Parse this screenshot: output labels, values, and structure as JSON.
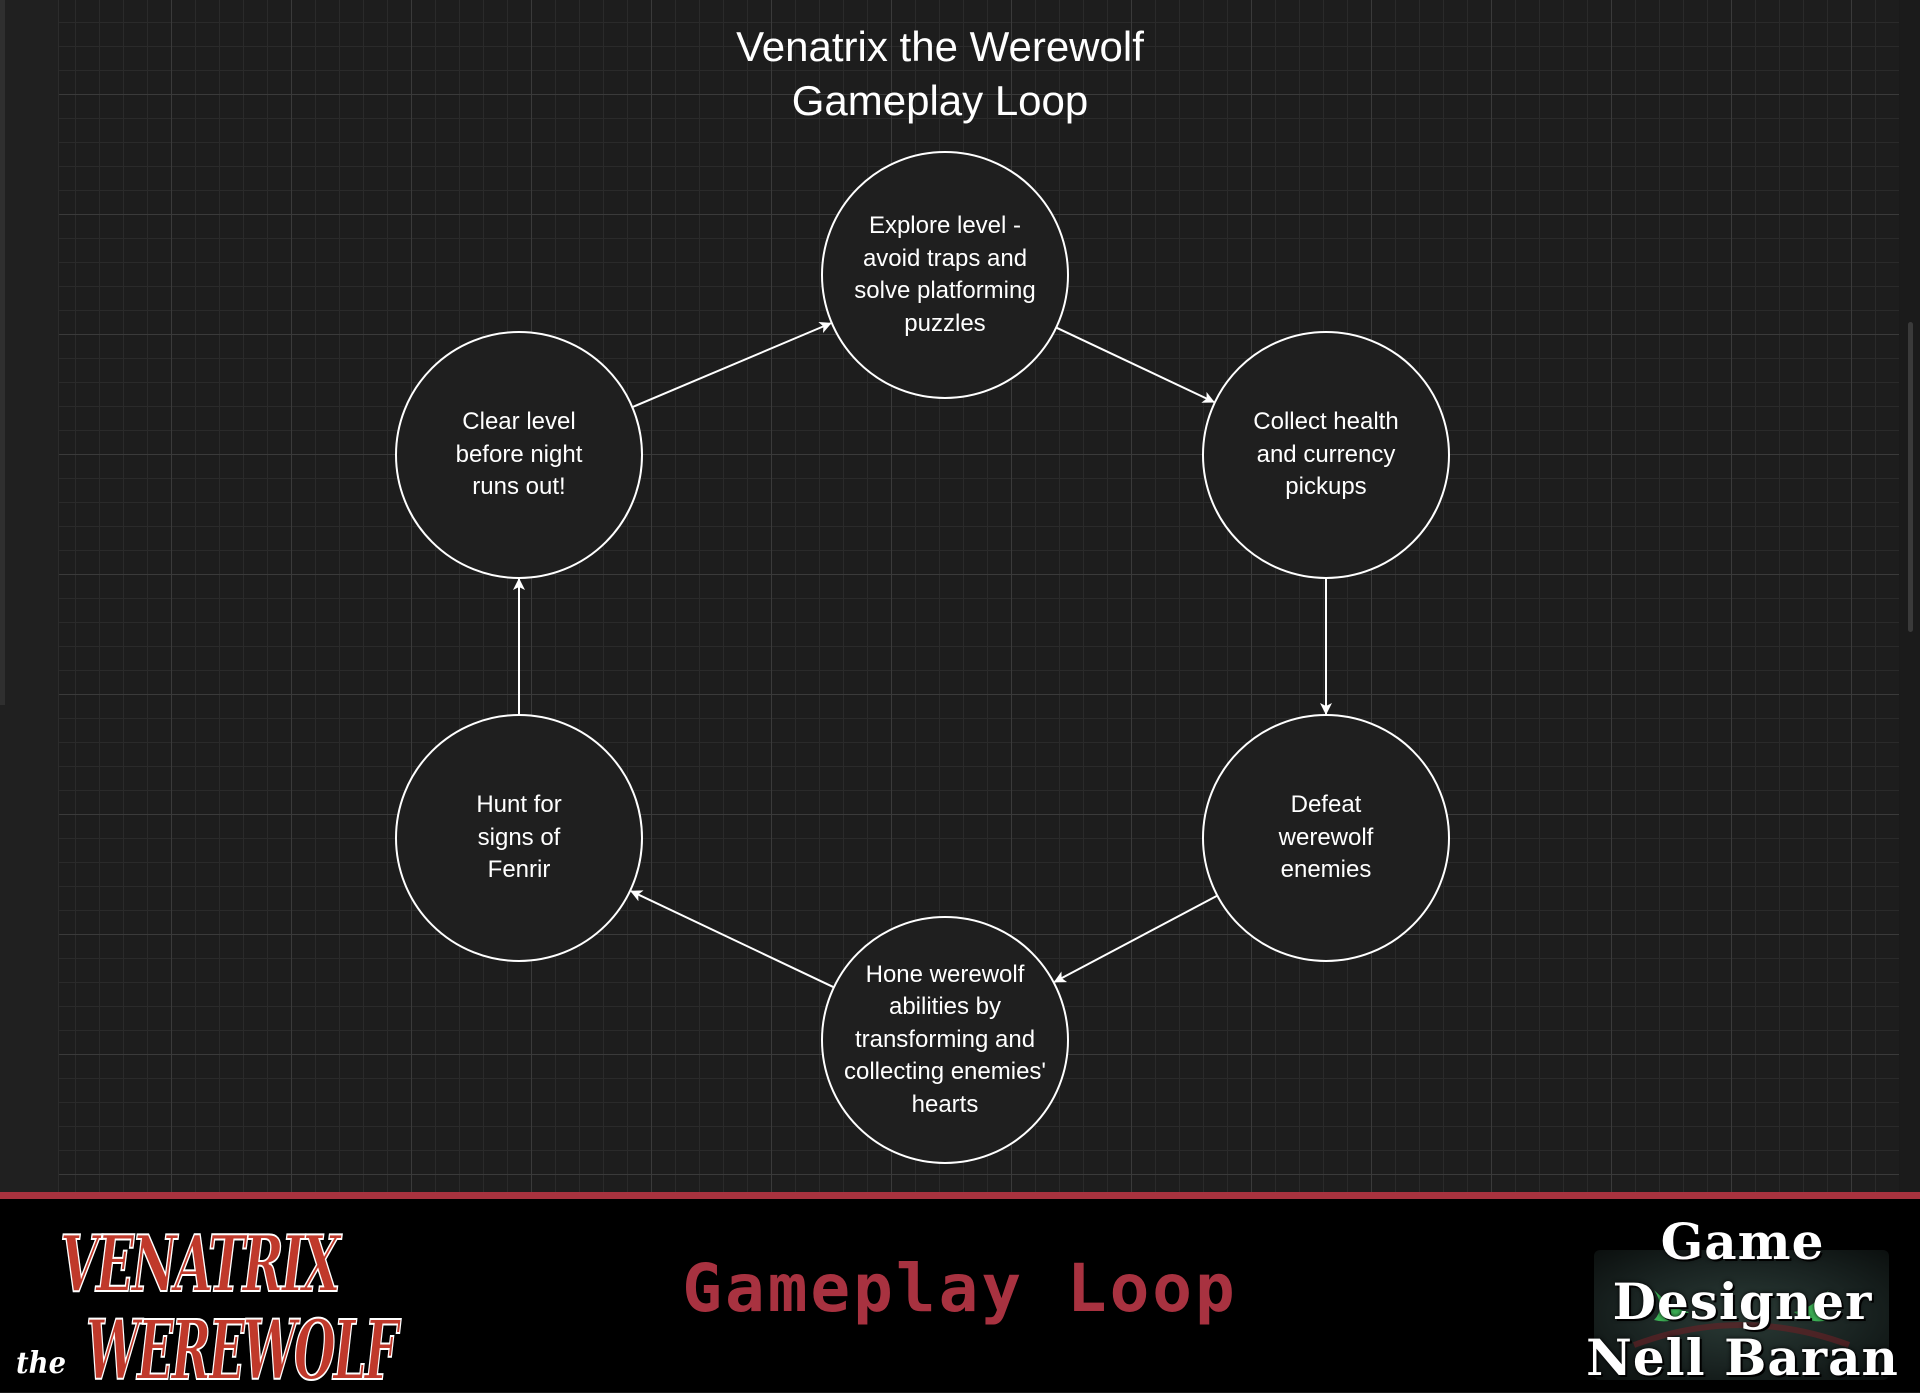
{
  "diagram": {
    "title_line1": "Venatrix the Werewolf",
    "title_line2": "Gameplay Loop",
    "nodes": [
      {
        "id": "explore",
        "label": "Explore level -\navoid traps and\nsolve platforming\npuzzles"
      },
      {
        "id": "collect",
        "label": "Collect health\nand currency\npickups"
      },
      {
        "id": "defeat",
        "label": "Defeat\nwerewolf\nenemies"
      },
      {
        "id": "hone",
        "label": "Hone werewolf\nabilities by\ntransforming and\ncollecting enemies'\nhearts"
      },
      {
        "id": "hunt",
        "label": "Hunt for\nsigns of\nFenrir"
      },
      {
        "id": "clear",
        "label": "Clear level\nbefore night\nruns out!"
      }
    ],
    "edges": [
      {
        "from": "explore",
        "to": "collect"
      },
      {
        "from": "collect",
        "to": "defeat"
      },
      {
        "from": "defeat",
        "to": "hone"
      },
      {
        "from": "hone",
        "to": "hunt"
      },
      {
        "from": "hunt",
        "to": "clear"
      },
      {
        "from": "clear",
        "to": "explore"
      }
    ]
  },
  "footer": {
    "logo_line1": "VENATRIX",
    "logo_small": "the",
    "logo_line2": "WEREWOLF",
    "section_title": "Gameplay Loop",
    "badge_top": "Game Designer",
    "badge_bottom": "Nell Baran"
  },
  "colors": {
    "accent_red": "#a83240",
    "node_fill": "#1f1f1f",
    "stroke": "#ffffff",
    "eye_green": "#3fbf5a"
  }
}
